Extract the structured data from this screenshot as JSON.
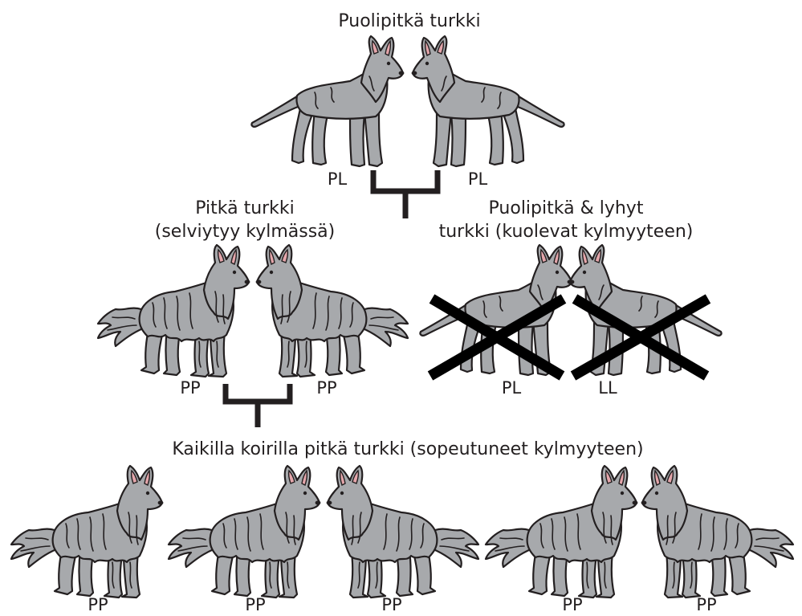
{
  "labels": {
    "top_title": "Puolipitkä turkki",
    "gen1_left_genotype": "PL",
    "gen1_right_genotype": "PL",
    "gen2_left_title_line1": "Pitkä turkki",
    "gen2_left_title_line2": "(selviytyy kylmässä)",
    "gen2_right_title_line1": "Puolipitkä & lyhyt",
    "gen2_right_title_line2": "turkki (kuolevat kylmyyteen)",
    "gen2_dog1_genotype": "PP",
    "gen2_dog2_genotype": "PP",
    "gen2_dog3_genotype": "PL",
    "gen2_dog4_genotype": "LL",
    "bottom_title": "Kaikilla koirilla pitkä turkki (sopeutuneet kylmyyteen)",
    "gen3_dog1_genotype": "PP",
    "gen3_dog2_genotype": "PP",
    "gen3_dog3_genotype": "PP",
    "gen3_dog4_genotype": "PP",
    "gen3_dog5_genotype": "PP"
  },
  "colors": {
    "dog_fur": "#a7a9ac",
    "outline": "#231f20",
    "ear_inner": "#e4a6ab",
    "cross_mark": "#000000"
  }
}
